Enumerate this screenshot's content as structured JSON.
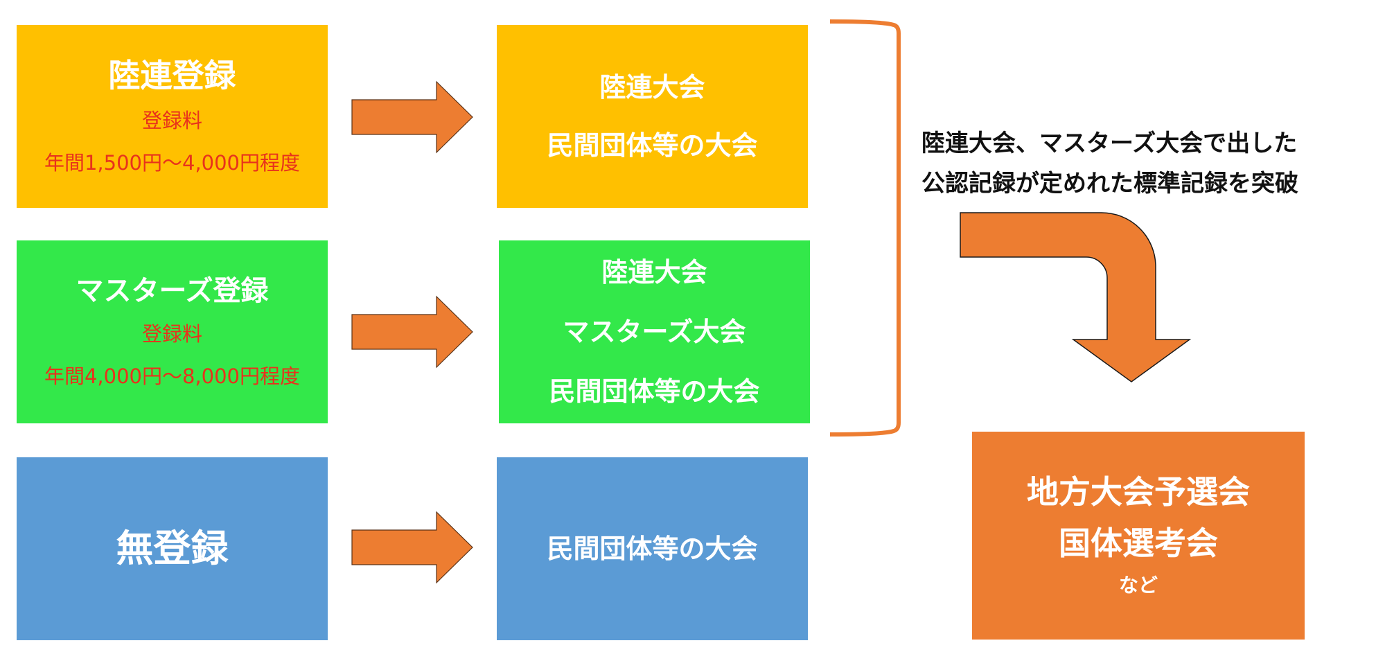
{
  "colors": {
    "yellow": "#FFC000",
    "green": "#33E84A",
    "blue": "#5B9BD5",
    "orange": "#ED7D31",
    "fee_red": "#E8321C"
  },
  "registrations": [
    {
      "title": "陸連登録",
      "fee_label": "登録料",
      "fee_range": "年間1,500円～4,000円程度",
      "color": "yellow"
    },
    {
      "title": "マスターズ登録",
      "fee_label": "登録料",
      "fee_range": "年間4,000円～8,000円程度",
      "color": "green"
    },
    {
      "title": "無登録",
      "color": "blue"
    }
  ],
  "competitions": [
    {
      "lines": [
        "陸連大会",
        "民間団体等の大会"
      ]
    },
    {
      "lines": [
        "陸連大会",
        "マスターズ大会",
        "民間団体等の大会"
      ]
    },
    {
      "lines": [
        "民間団体等の大会"
      ]
    }
  ],
  "condition_text": [
    "陸連大会、マスターズ大会で出した",
    "公認記録が定めれた標準記録を突破"
  ],
  "destination": {
    "lines": [
      "地方大会予選会",
      "国体選考会"
    ],
    "note": "など"
  }
}
